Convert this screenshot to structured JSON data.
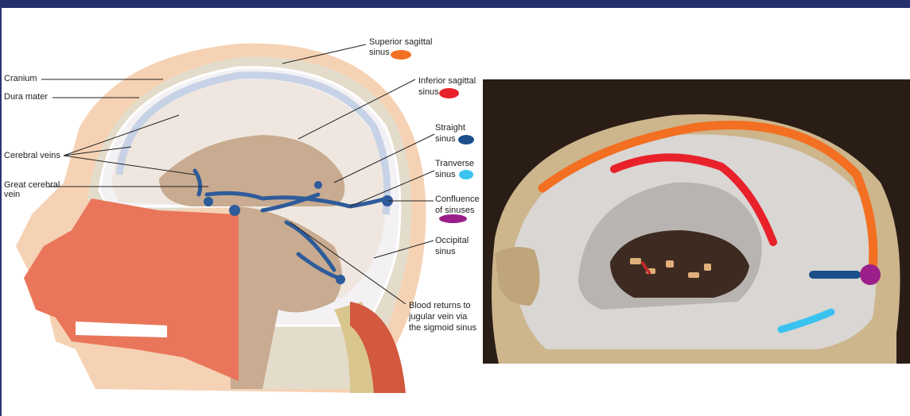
{
  "labels": {
    "cranium": "Cranium",
    "dura_mater": "Dura mater",
    "cerebral_veins": "Cerebral veins",
    "great_cerebral_vein_1": "Great cerebral",
    "great_cerebral_vein_2": "vein",
    "superior_sagittal_1": "Superior sagittal",
    "superior_sagittal_2": "sinus",
    "inferior_sagittal_1": "Inferior sagittal",
    "inferior_sagittal_2": "sinus",
    "straight_1": "Straight",
    "straight_2": "sinus",
    "transverse_1": "Tranverse",
    "transverse_2": "sinus",
    "confluence_1": "Confluence",
    "confluence_2": "of sinuses",
    "occipital_1": "Occipital",
    "occipital_2": "sinus",
    "blood_returns_1": "Blood returns to",
    "blood_returns_2": "jugular vein via",
    "blood_returns_3": "the sigmoid sinus"
  },
  "colors": {
    "header_bar": "#24306e",
    "superior_sagittal": "#f36f21",
    "inferior_sagittal": "#e8212b",
    "straight": "#1a4f8a",
    "transverse": "#3bc3f0",
    "confluence": "#9b1e8a"
  }
}
